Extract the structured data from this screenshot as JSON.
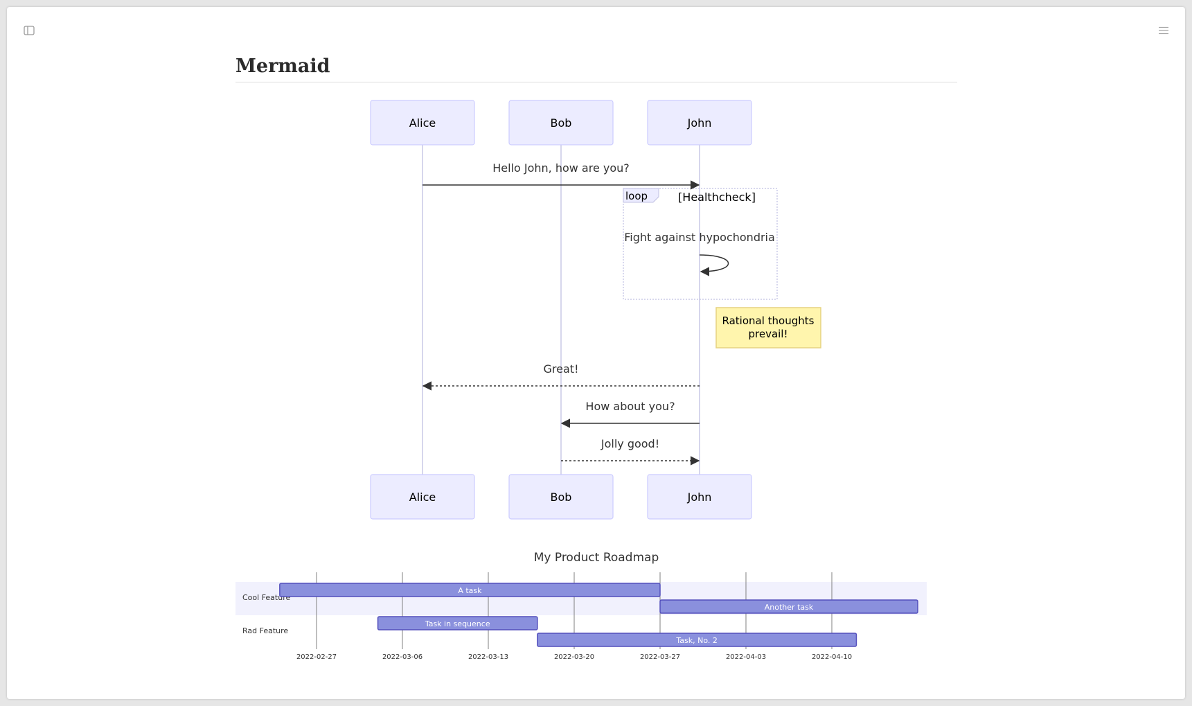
{
  "page": {
    "title": "Mermaid",
    "icons": {
      "left": "sidebar-toggle-icon",
      "right": "menu-icon"
    }
  },
  "sequence": {
    "actors": [
      "Alice",
      "Bob",
      "John"
    ],
    "messages": [
      {
        "from": "Alice",
        "to": "John",
        "text": "Hello John, how are you?",
        "style": "solid"
      },
      {
        "from": "John",
        "to": "John",
        "text": "Fight against hypochondria",
        "style": "solid"
      },
      {
        "from": "John",
        "to": "Alice",
        "text": "Great!",
        "style": "dotted"
      },
      {
        "from": "John",
        "to": "Bob",
        "text": "How about you?",
        "style": "solid"
      },
      {
        "from": "Bob",
        "to": "John",
        "text": "Jolly good!",
        "style": "dotted"
      }
    ],
    "loop": {
      "label": "loop",
      "condition": "[Healthcheck]"
    },
    "note": {
      "lines": [
        "Rational thoughts",
        "prevail!"
      ],
      "actor": "John",
      "position": "right of"
    },
    "colors": {
      "actor_fill": "#ececff",
      "actor_stroke": "#ccccff",
      "line": "#333333",
      "note_fill": "#fff5ad",
      "note_stroke": "#e6d280"
    }
  },
  "gantt": {
    "title": "My Product Roadmap",
    "sections": [
      {
        "name": "Cool Feature",
        "tasks": [
          {
            "name": "A task",
            "start": "2022-02-24",
            "end": "2022-03-27"
          },
          {
            "name": "Another task",
            "start": "2022-03-27",
            "end": "2022-04-17"
          }
        ]
      },
      {
        "name": "Rad Feature",
        "tasks": [
          {
            "name": "Task in sequence",
            "start": "2022-03-04",
            "end": "2022-03-17"
          },
          {
            "name": "Task, No. 2",
            "start": "2022-03-17",
            "end": "2022-04-12"
          }
        ]
      }
    ],
    "ticks": [
      "2022-02-27",
      "2022-03-06",
      "2022-03-13",
      "2022-03-20",
      "2022-03-27",
      "2022-04-03",
      "2022-04-10"
    ],
    "colors": {
      "task_fill": "#8a90dd",
      "task_stroke": "#534fbc",
      "section_band": "#f1f1fd",
      "grid": "#7f7f7f"
    }
  }
}
